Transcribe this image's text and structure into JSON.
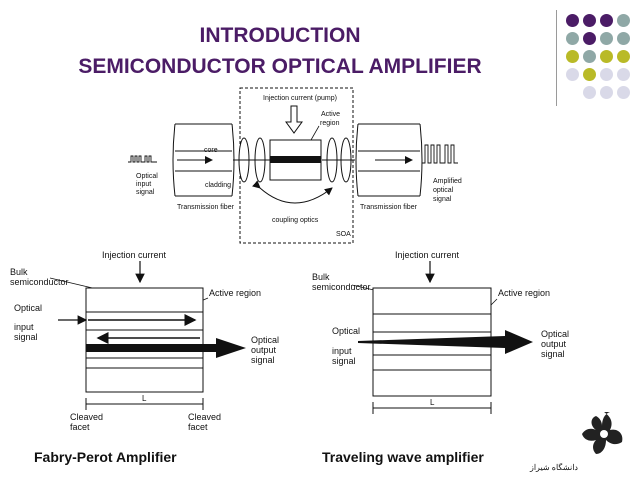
{
  "slide": {
    "title_line1": "INTRODUCTION",
    "title_line2": "SEMICONDUCTOR OPTICAL AMPLIFIER",
    "title_color": "#4b1c66"
  },
  "decor": {
    "dot_colors": [
      "#4b1c66",
      "#8fa8a6",
      "#b9ba27",
      "#d9d9e8"
    ]
  },
  "top_diagram": {
    "injection_label": "Injection current (pump)",
    "active_region": [
      "Active",
      "region"
    ],
    "core": "core",
    "cladding": "cladding",
    "optical_input": [
      "Optical",
      "input",
      "signal"
    ],
    "transmission_fiber_left": "Transmission fiber",
    "transmission_fiber_right": "Transmission fiber",
    "coupling_optics": "coupling optics",
    "soa": "SOA",
    "amplified_output": [
      "Amplified",
      "optical",
      "signal"
    ]
  },
  "fp_diagram": {
    "injection": "Injection current",
    "bulk": [
      "Bulk",
      "semiconductor"
    ],
    "active_region": "Active region",
    "optical_input": [
      "Optical",
      "input",
      "signal"
    ],
    "optical_output": [
      "Optical",
      "output",
      "signal"
    ],
    "length": "L",
    "cleaved_left": [
      "Cleaved",
      "facet"
    ],
    "cleaved_right": [
      "Cleaved",
      "facet"
    ]
  },
  "tw_diagram": {
    "injection": "Injection current",
    "bulk": [
      "Bulk",
      "semiconductor"
    ],
    "active_region": "Active region",
    "optical_input": [
      "Optical",
      "input",
      "signal"
    ],
    "optical_output": [
      "Optical",
      "output",
      "signal"
    ],
    "length": "L"
  },
  "captions": {
    "left": "Fabry-Perot Amplifier",
    "right": "Traveling wave amplifier"
  },
  "logo": {
    "text": "دانشگاه شیراز"
  }
}
